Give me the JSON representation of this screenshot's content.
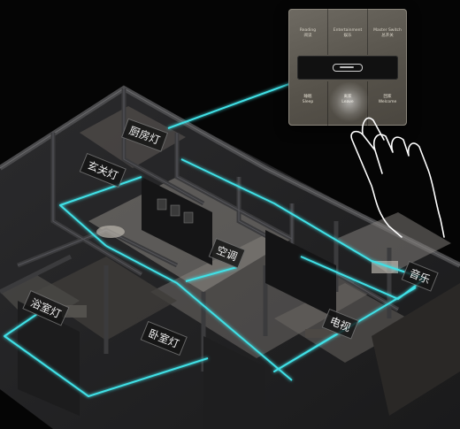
{
  "panel": {
    "buttons_top": [
      {
        "en": "Reading",
        "zh": "阅读"
      },
      {
        "en": "Entertainment",
        "zh": "娱乐"
      },
      {
        "en": "Master Switch",
        "zh": "总开关"
      }
    ],
    "buttons_bottom": [
      {
        "en": "Sleep",
        "zh": "睡眠"
      },
      {
        "en": "Leave",
        "zh": "离家"
      },
      {
        "en": "Welcome",
        "zh": "回家"
      }
    ]
  },
  "rooms": [
    {
      "id": "kitchen-light",
      "text": "厨房灯"
    },
    {
      "id": "entrance-light",
      "text": "玄关灯"
    },
    {
      "id": "air-conditioner",
      "text": "空调"
    },
    {
      "id": "music",
      "text": "音乐"
    },
    {
      "id": "bathroom-light",
      "text": "浴室灯"
    },
    {
      "id": "bedroom-light",
      "text": "卧室灯"
    },
    {
      "id": "tv",
      "text": "电视"
    }
  ],
  "colors": {
    "link_line": "#3fe0e6",
    "floor": "#2a2a2c",
    "wall_top": "#3a3a3c",
    "panel": "#5e5a52"
  }
}
